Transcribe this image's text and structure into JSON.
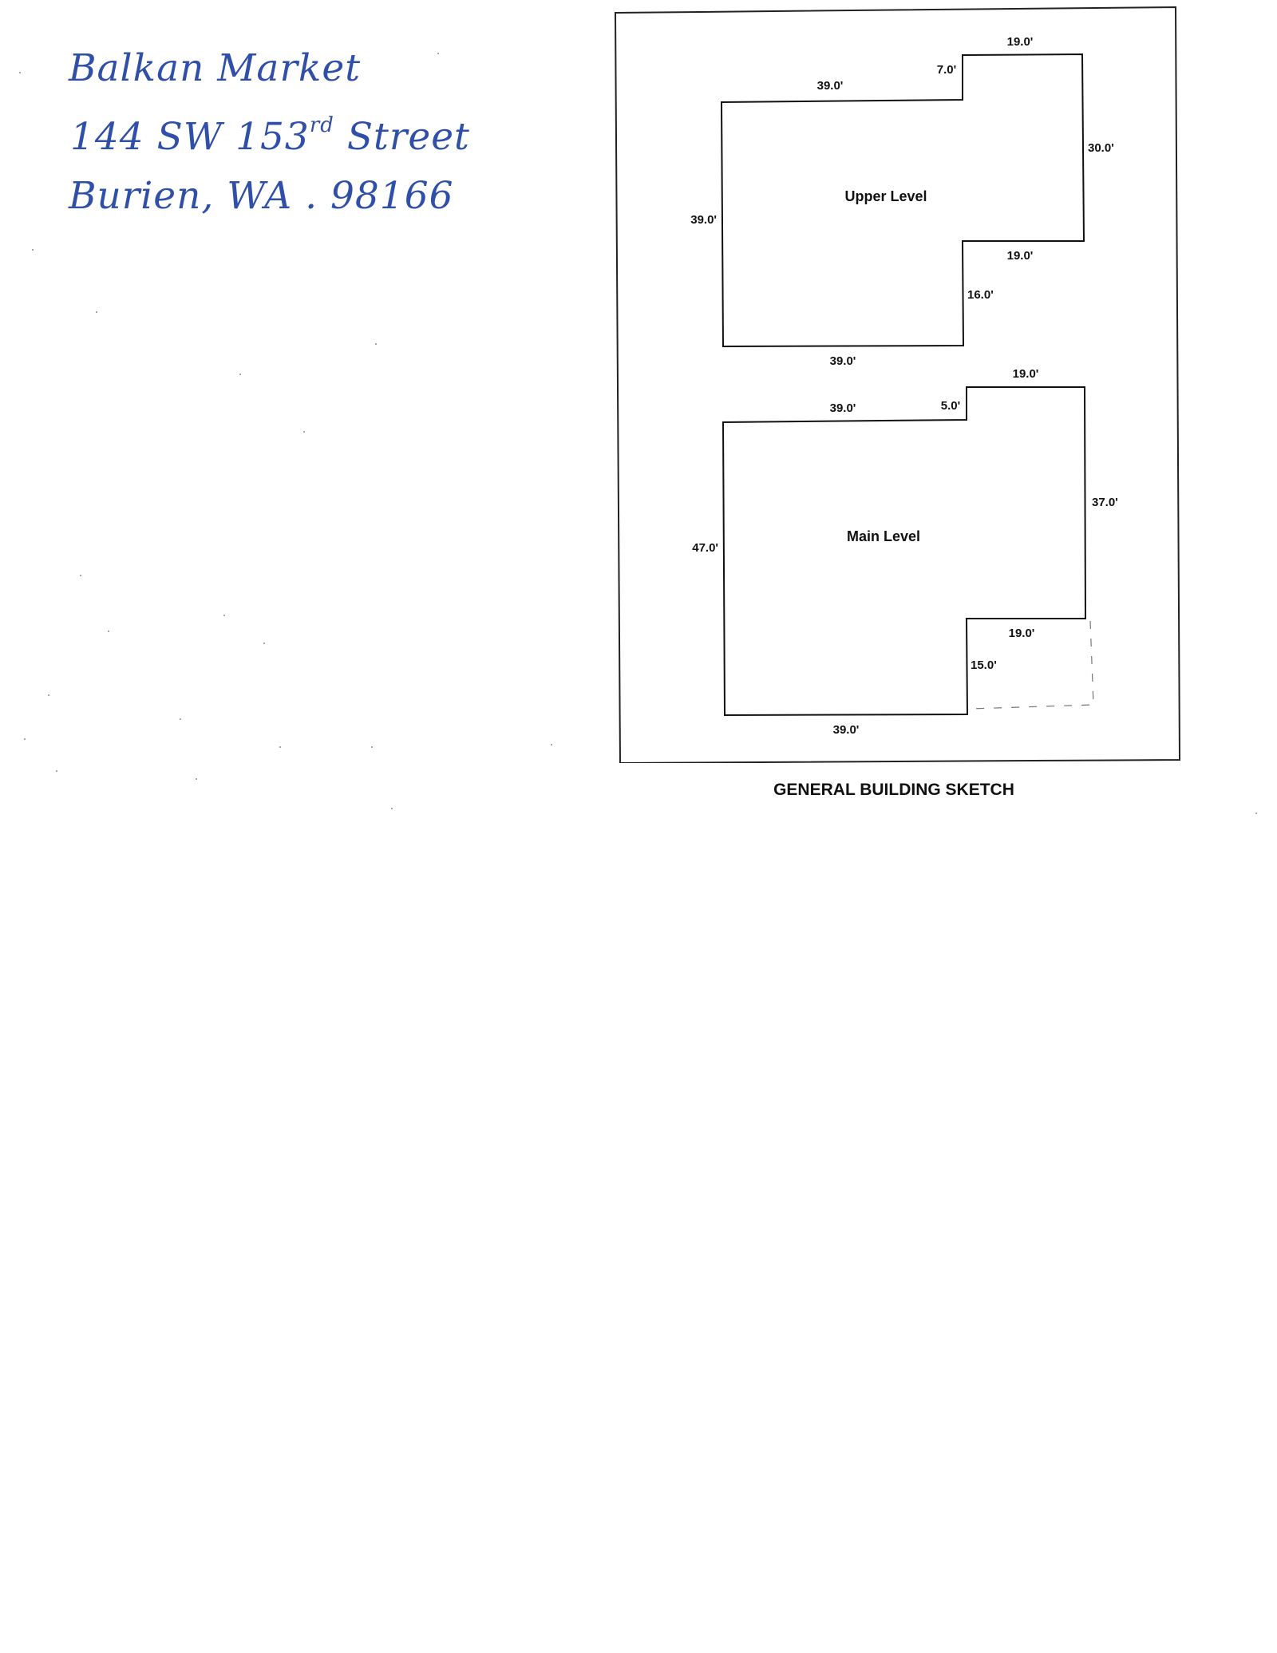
{
  "handwritten_note": {
    "line1": "Balkan Market",
    "line2_prefix": "144 SW 153",
    "line2_sup": "rd",
    "line2_suffix": " Street",
    "line3": "Burien, WA . 98166",
    "ink_color": "#2f4fa8"
  },
  "sketch": {
    "caption": "GENERAL BUILDING SKETCH",
    "upper_level": {
      "label": "Upper Level",
      "dims": {
        "top_left": "39.0'",
        "step": "7.0'",
        "top_right": "19.0'",
        "right": "30.0'",
        "inner_bottom": "19.0'",
        "inner_vertical": "16.0'",
        "bottom": "39.0'",
        "left": "39.0'"
      }
    },
    "main_level": {
      "label": "Main Level",
      "dims": {
        "top_left": "39.0'",
        "step": "5.0'",
        "top_right": "19.0'",
        "right": "37.0'",
        "inner_bottom": "19.0'",
        "inner_vertical": "15.0'",
        "bottom": "39.0'",
        "left": "47.0'"
      }
    }
  }
}
